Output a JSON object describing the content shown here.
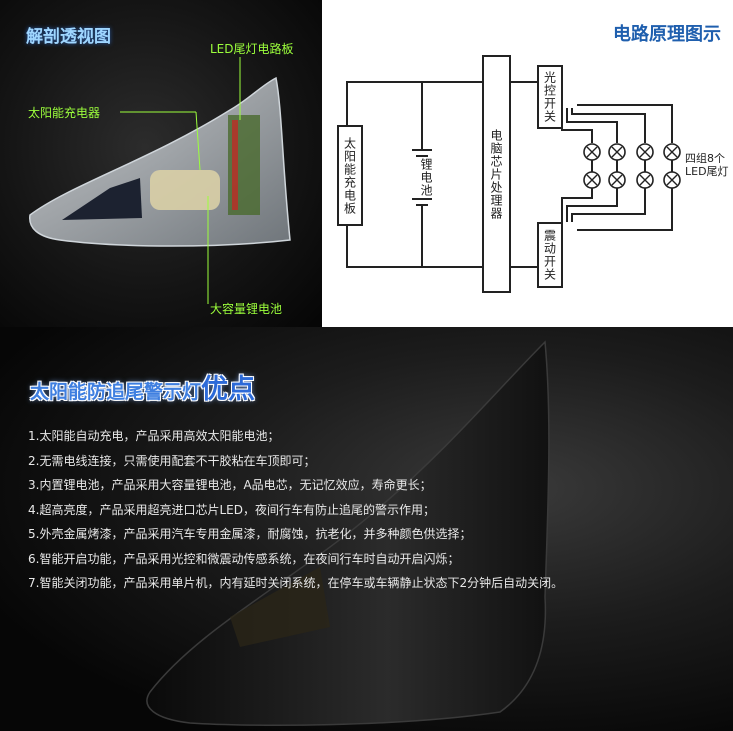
{
  "cutaway": {
    "title": "解剖透视图",
    "labels": {
      "tail_light_board": "LED尾灯电路板",
      "solar_charger": "太阳能充电器",
      "battery": "大容量锂电池"
    }
  },
  "circuit": {
    "title": "电路原理图示",
    "solar_panel": "太阳能充电板",
    "lithium_battery": "锂电池",
    "processor": "电脑芯片处理器",
    "light_switch": "光控开关",
    "vibration_switch": "震动开关",
    "lamps_label_line1": "四组8个",
    "lamps_label_line2": "LED尾灯"
  },
  "advantages": {
    "title_prefix": "太阳能防追尾警示灯",
    "title_emphasis": "优点",
    "items": [
      "1.太阳能自动充电，产品采用高效太阳能电池；",
      "2.无需电线连接，只需使用配套不干胶粘在车顶即可；",
      "3.内置锂电池，产品采用大容量锂电池，A品电芯，无记忆效应，寿命更长；",
      "4.超高亮度，产品采用超亮进口芯片LED，夜间行车有防止追尾的警示作用；",
      "5.外壳金属烤漆，产品采用汽车专用金属漆，耐腐蚀，抗老化，并多种颜色供选择；",
      "6.智能开启功能，产品采用光控和微震动传感系统，在夜间行车时自动开启闪烁；",
      "7.智能关闭功能，产品采用单片机，内有延时关闭系统，在停车或车辆静止状态下2分钟后自动关闭。"
    ]
  }
}
